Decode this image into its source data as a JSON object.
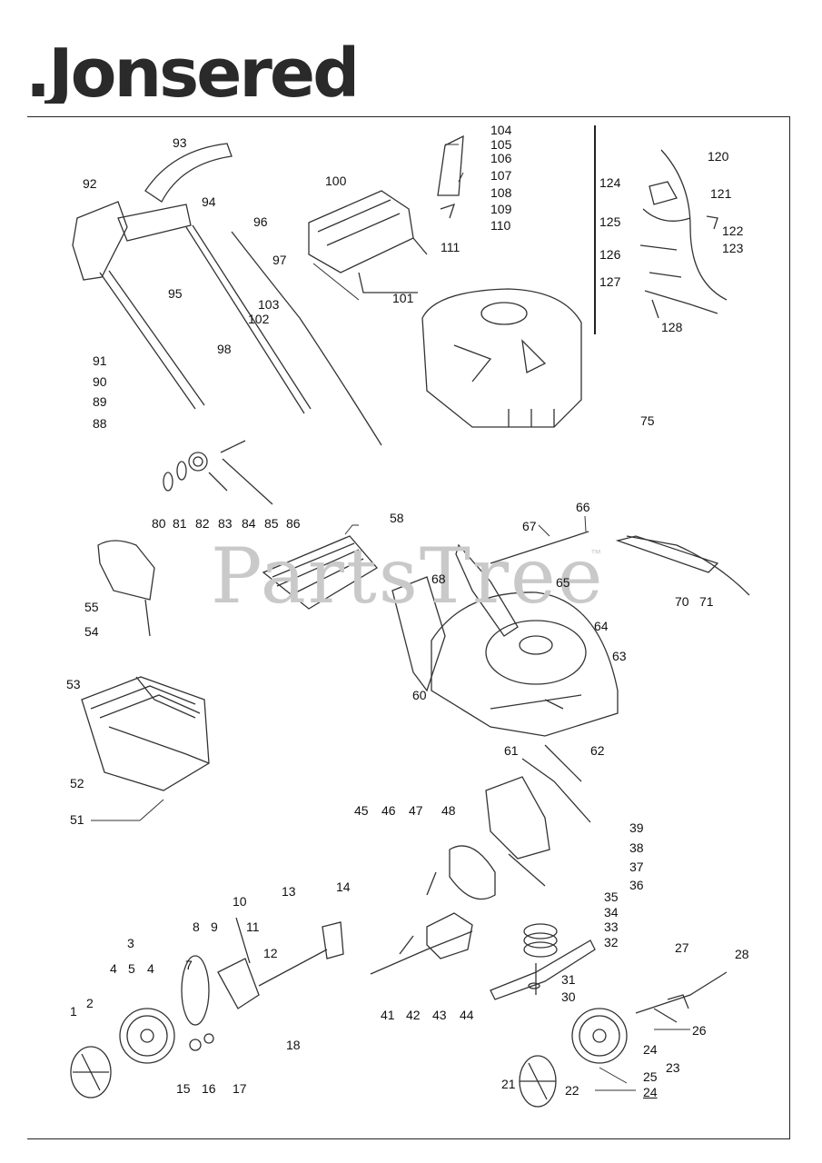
{
  "brand": {
    "logo_text": ".Jonsered"
  },
  "watermark": {
    "text": "PartsTree",
    "mark": "™"
  },
  "part_labels": [
    "93",
    "92",
    "94",
    "96",
    "100",
    "95",
    "97",
    "103",
    "102",
    "98",
    "91",
    "90",
    "89",
    "88",
    "80",
    "81",
    "82",
    "83",
    "84",
    "85",
    "86",
    "104",
    "105",
    "106",
    "107",
    "108",
    "109",
    "110",
    "111",
    "101",
    "120",
    "124",
    "121",
    "125",
    "122",
    "126",
    "123",
    "127",
    "128",
    "75",
    "58",
    "66",
    "67",
    "68",
    "65",
    "64",
    "63",
    "60",
    "61",
    "62",
    "70",
    "71",
    "55",
    "54",
    "53",
    "52",
    "51",
    "45",
    "46",
    "47",
    "48",
    "39",
    "38",
    "37",
    "36",
    "35",
    "34",
    "33",
    "32",
    "31",
    "30",
    "13",
    "14",
    "10",
    "8",
    "9",
    "11",
    "12",
    "3",
    "4",
    "5",
    "4",
    "7",
    "1",
    "2",
    "18",
    "15",
    "16",
    "17",
    "41",
    "42",
    "43",
    "44",
    "27",
    "28",
    "26",
    "24",
    "23",
    "21",
    "22",
    "25",
    "24"
  ]
}
